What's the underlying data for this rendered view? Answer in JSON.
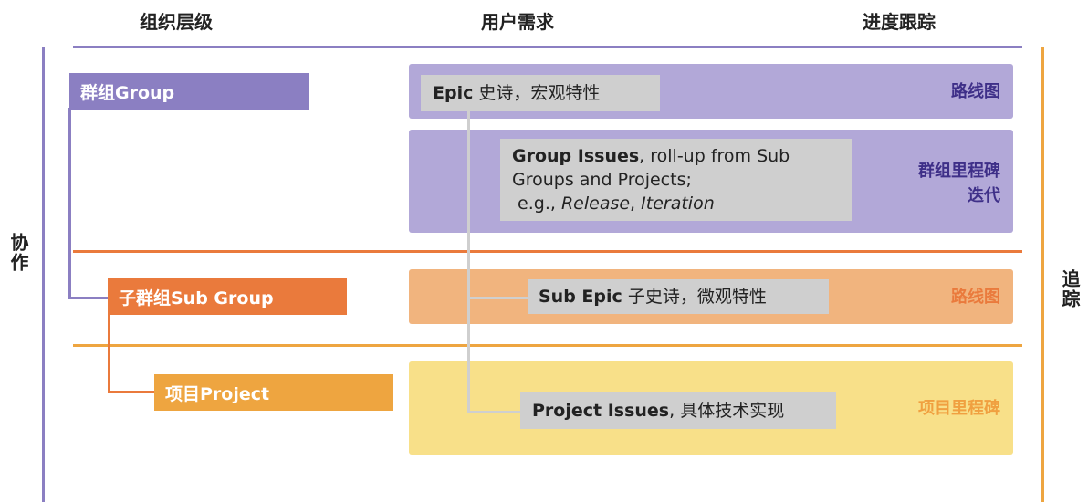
{
  "headers": {
    "org_levels": "组织层级",
    "user_needs": "用户需求",
    "progress_tracking": "进度跟踪"
  },
  "side_labels": {
    "left": "协作",
    "right": "追踪"
  },
  "org": {
    "group": "群组Group",
    "sub_group": "子群组Sub Group",
    "project": "项目Project"
  },
  "needs": {
    "epic_bold": "Epic",
    "epic_rest": " 史诗，宏观特性",
    "group_issues_bold": "Group Issues",
    "group_issues_line1_rest": ", roll-up from Sub",
    "group_issues_line2": "Groups and Projects;",
    "group_issues_line3_prefix": " e.g., ",
    "group_issues_release": "Release",
    "group_issues_sep": ", ",
    "group_issues_iteration": "Iteration",
    "sub_epic_bold": "Sub Epic",
    "sub_epic_rest": " 子史诗，微观特性",
    "project_issues_bold": "Project Issues",
    "project_issues_rest": ", 具体技术实现"
  },
  "tracking": {
    "roadmap_top": "路线图",
    "group_milestone_line1": "群组里程碑",
    "group_milestone_line2": "迭代",
    "roadmap_sub": "路线图",
    "project_milestone": "项目里程碑"
  },
  "colors": {
    "purple_dark": "#8b7fc2",
    "purple_band": "#b2a8d8",
    "purple_text": "#3e2f88",
    "orange_dark": "#ea7a3c",
    "orange_band": "#f1b47e",
    "orange_text": "#ea7a3c",
    "amber": "#eea540",
    "yellow_band": "#f8e089",
    "yellow_text": "#f0a040",
    "gray_box": "#cfcfcf"
  }
}
